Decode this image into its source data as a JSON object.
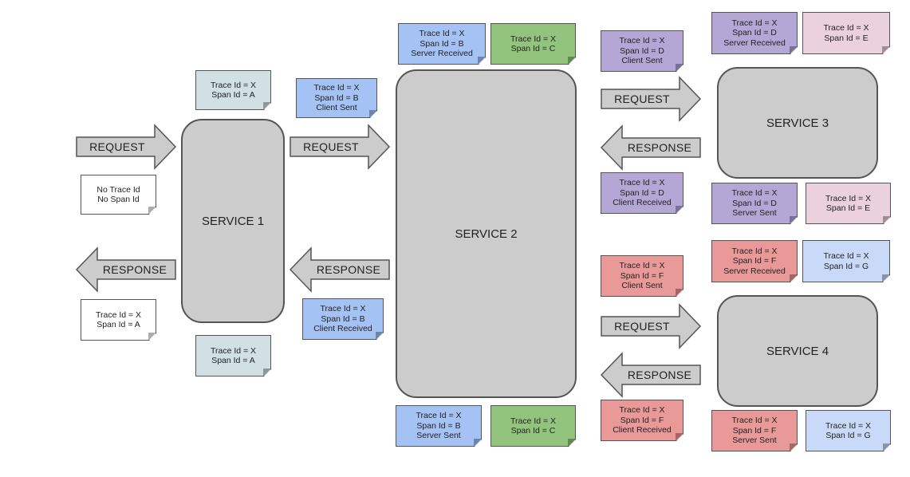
{
  "colors": {
    "service_fill": "#cccccc",
    "arrow_fill": "#cccccc",
    "note_white": "#ffffff",
    "note_teal": "#d0e0e3",
    "note_blue": "#a4c2f4",
    "note_green": "#93c47d",
    "note_purple": "#b4a7d6",
    "note_pink": "#ead1dc",
    "note_red": "#ea9999",
    "note_lightblue": "#c9daf8"
  },
  "services": {
    "s1": "SERVICE 1",
    "s2": "SERVICE 2",
    "s3": "SERVICE 3",
    "s4": "SERVICE 4"
  },
  "labels": {
    "request": "REQUEST",
    "response": "RESPONSE"
  },
  "notes": {
    "n_incoming": [
      "No Trace Id",
      "No Span Id"
    ],
    "n_s1_top": [
      "Trace Id = X",
      "Span Id = A"
    ],
    "n_s1_bottom": [
      "Trace Id = X",
      "Span Id = A"
    ],
    "n_resp_out": [
      "Trace Id = X",
      "Span Id = A"
    ],
    "n_client_sent_b": [
      "Trace Id = X",
      "Span Id = B",
      "Client Sent"
    ],
    "n_client_recv_b": [
      "Trace Id = X",
      "Span Id = B",
      "Client Received"
    ],
    "n_server_recv_b": [
      "Trace Id = X",
      "Span Id = B",
      "Server Received"
    ],
    "n_top_c": [
      "Trace Id = X",
      "Span Id = C"
    ],
    "n_server_sent_b": [
      "Trace Id = X",
      "Span Id = B",
      "Server Sent"
    ],
    "n_bottom_c": [
      "Trace Id = X",
      "Span Id = C"
    ],
    "n_client_sent_d": [
      "Trace Id = X",
      "Span Id = D",
      "Client Sent"
    ],
    "n_client_recv_d": [
      "Trace Id = X",
      "Span Id = D",
      "Client Received"
    ],
    "n_server_recv_d": [
      "Trace Id = X",
      "Span Id = D",
      "Server Received"
    ],
    "n_top_e": [
      "Trace Id = X",
      "Span Id = E"
    ],
    "n_server_sent_d": [
      "Trace Id = X",
      "Span Id = D",
      "Server Sent"
    ],
    "n_bottom_e": [
      "Trace Id = X",
      "Span Id = E"
    ],
    "n_client_sent_f": [
      "Trace Id = X",
      "Span Id = F",
      "Client Sent"
    ],
    "n_client_recv_f": [
      "Trace Id = X",
      "Span Id = F",
      "Client Received"
    ],
    "n_server_recv_f": [
      "Trace Id = X",
      "Span Id = F",
      "Server Received"
    ],
    "n_top_g": [
      "Trace Id = X",
      "Span Id = G"
    ],
    "n_server_sent_f": [
      "Trace Id = X",
      "Span Id = F",
      "Server Sent"
    ],
    "n_bottom_g": [
      "Trace Id = X",
      "Span Id = G"
    ]
  }
}
